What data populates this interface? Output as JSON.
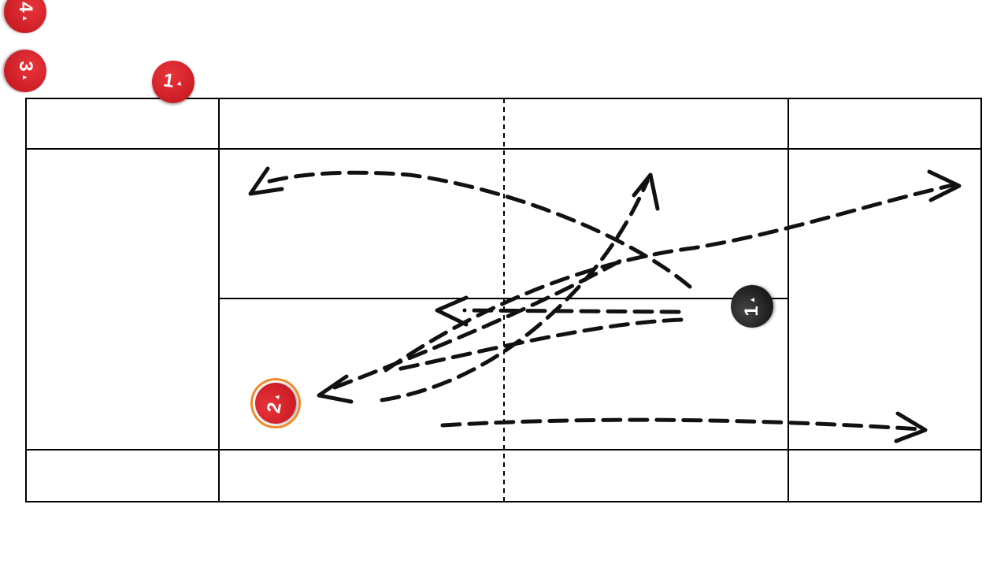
{
  "tokens": [
    {
      "label": "4",
      "team": "red"
    },
    {
      "label": "3",
      "team": "red"
    },
    {
      "label": "1",
      "team": "red"
    },
    {
      "label": "2",
      "team": "red",
      "selected": true
    },
    {
      "label": "1",
      "team": "black"
    }
  ],
  "colors": {
    "red": "#d4202a",
    "black": "#111111",
    "selection": "#f08a2a",
    "lines": "#000000"
  }
}
